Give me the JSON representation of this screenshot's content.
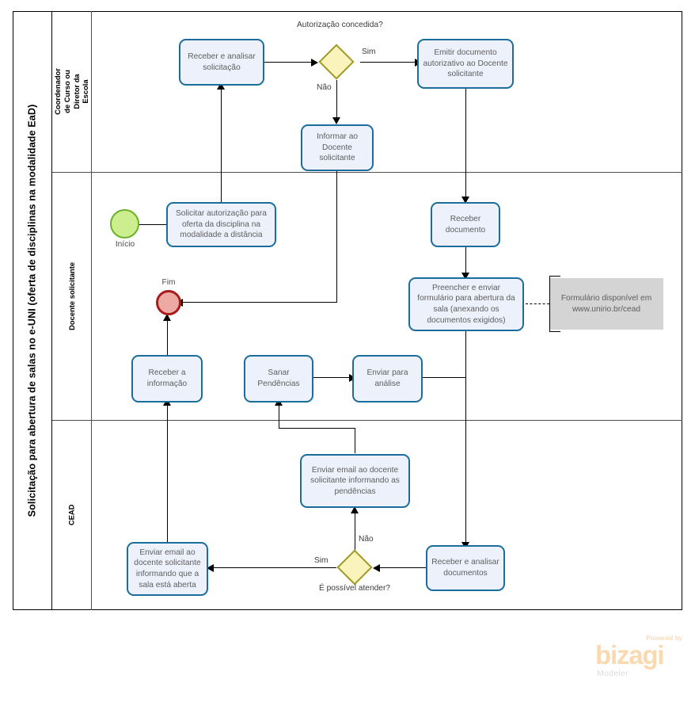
{
  "pool": {
    "title": "Solicitação para abertura de salas no e-UNI (oferta de disciplinas na modalidade EaD)",
    "lanes": [
      {
        "id": "coordenador",
        "label": "Coordenador de Curso ou Diretor da Escola"
      },
      {
        "id": "docente",
        "label": "Docente  solicitante"
      },
      {
        "id": "cead",
        "label": "CEAD"
      }
    ]
  },
  "events": {
    "start": {
      "name": "start-event",
      "label": "Início"
    },
    "end": {
      "name": "end-event",
      "label": "Fim"
    }
  },
  "tasks": {
    "receber_analisar_solicitacao": "Receber  e analisar solicitação",
    "emitir_documento": "Emitir documento autorizativo ao Docente solicitante",
    "informar_docente": "Informar ao Docente solicitante",
    "solicitar_autorizacao": "Solicitar autorização para oferta da disciplina na modalidade a distância",
    "receber_documento": "Receber documento",
    "preencher_enviar_formulario": "Preencher e enviar formulário para abertura da sala (anexando os documentos exigidos)",
    "receber_informacao": "Receber a informação",
    "sanar_pendencias": "Sanar Pendências",
    "enviar_para_analise": "Enviar para análise",
    "enviar_email_pendencias": "Enviar email ao docente solicitante informando as pendências",
    "enviar_email_sala_aberta": "Enviar email ao docente solicitante informando que a sala está aberta",
    "receber_analisar_documentos": "Receber e analisar documentos"
  },
  "gateways": {
    "autorizacao": {
      "label": "Autorização concedida?",
      "yes": "Sim",
      "no": "Não"
    },
    "atender": {
      "label": "É possível atender?",
      "yes": "Sim",
      "no": "Não"
    }
  },
  "annotations": {
    "formulario": "Formulário disponível em www.unirio.br/cead"
  },
  "logo": {
    "powered": "Powered by",
    "brand": "bizagi",
    "product": "Modeler"
  },
  "colors": {
    "task_fill": "#edf1fc",
    "task_border": "#1b6d9c",
    "gateway_fill": "#faf3bc",
    "gateway_border": "#9d9d28",
    "start_fill": "#cdee8f",
    "start_border": "#6cb02a",
    "end_fill": "#eda9a3",
    "end_border": "#a81c1c",
    "annotation_fill": "#d4d4d4",
    "logo_brand": "#fbd9b0"
  }
}
